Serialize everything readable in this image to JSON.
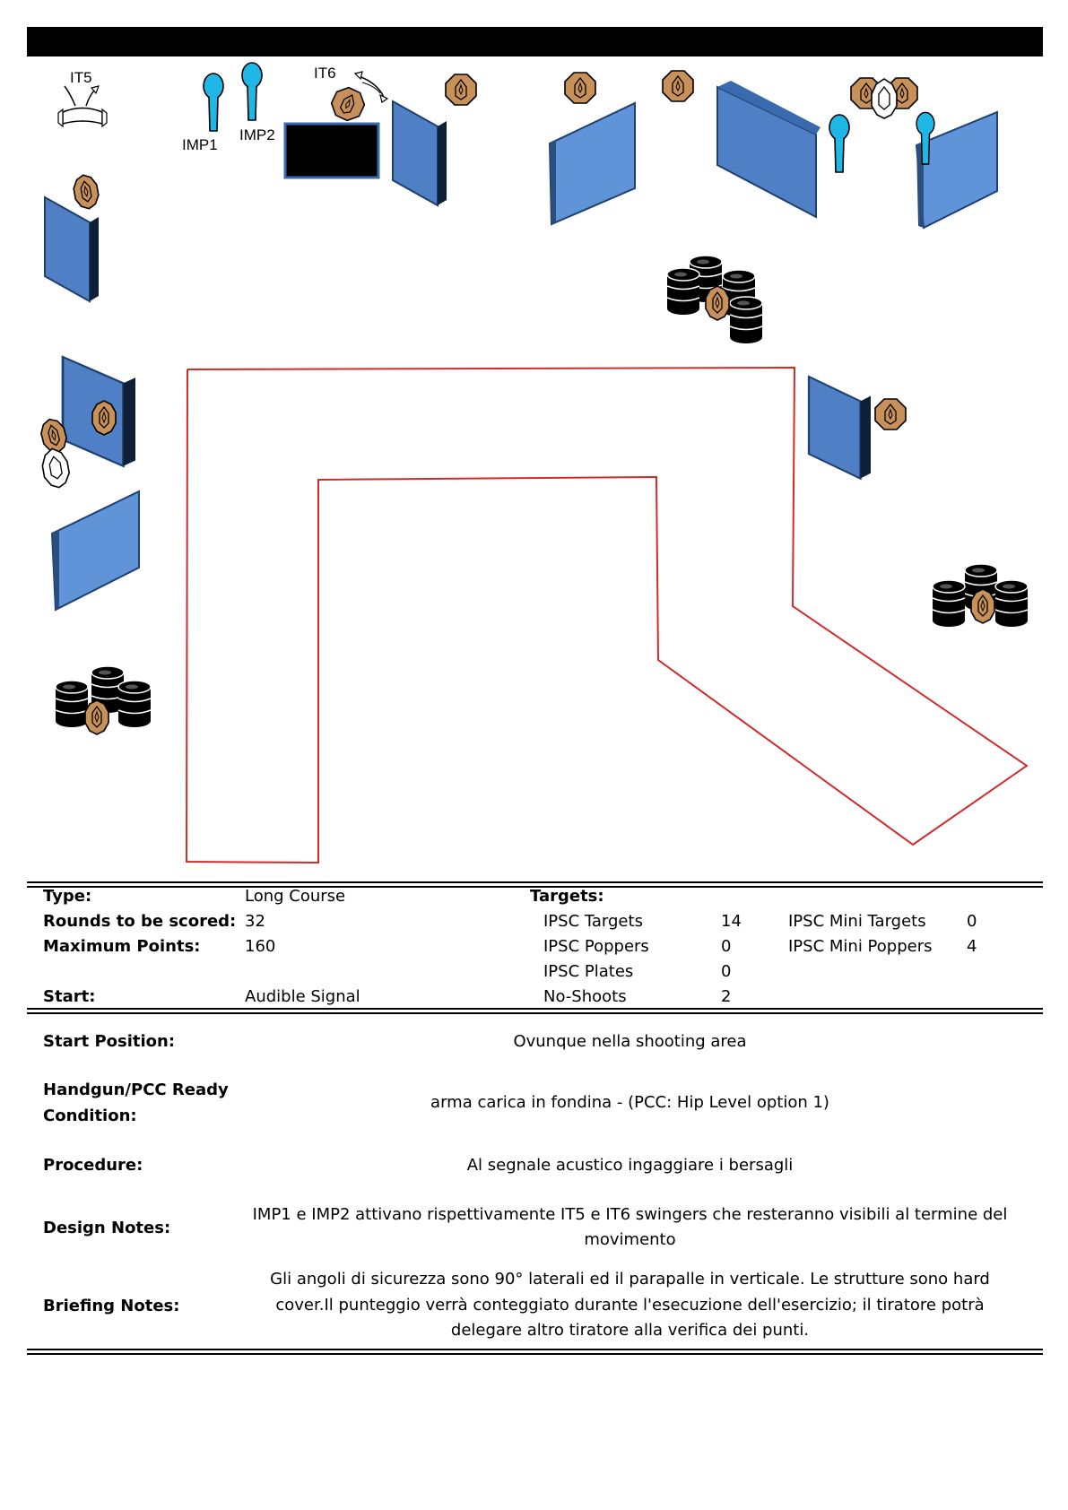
{
  "stage_labels": {
    "it5": "IT5",
    "it6": "IT6",
    "imp1": "IMP1",
    "imp2": "IMP2"
  },
  "colors": {
    "wall_blue": "#4f7fc4",
    "target_tan": "#c8915a",
    "popper_cyan": "#1fb8e6",
    "fault_line_red": "#d12b2b"
  },
  "summary": {
    "type_label": "Type:",
    "type_value": "Long Course",
    "rounds_label": "Rounds to be scored:",
    "rounds_value": "32",
    "maxpoints_label": "Maximum Points:",
    "maxpoints_value": "160",
    "start_label": "Start:",
    "start_value": "Audible Signal",
    "targets_label": "Targets:",
    "ipsc_targets_label": "IPSC Targets",
    "ipsc_targets_value": "14",
    "ipsc_poppers_label": "IPSC Poppers",
    "ipsc_poppers_value": "0",
    "ipsc_plates_label": "IPSC Plates",
    "ipsc_plates_value": "0",
    "noshoots_label": "No-Shoots",
    "noshoots_value": "2",
    "mini_targets_label": "IPSC Mini Targets",
    "mini_targets_value": "0",
    "mini_poppers_label": "IPSC Mini Poppers",
    "mini_poppers_value": "4"
  },
  "details": {
    "start_position_label": "Start Position:",
    "start_position_value": "Ovunque nella shooting area",
    "ready_label_1": "Handgun/PCC Ready",
    "ready_label_2": "Condition:",
    "ready_value": "arma carica in fondina - (PCC: Hip Level option 1)",
    "procedure_label": "Procedure:",
    "procedure_value": "Al segnale acustico ingaggiare i bersagli",
    "design_label": "Design Notes:",
    "design_value_1": "IMP1 e IMP2 attivano rispettivamente IT5 e IT6 swingers che resteranno visibili al termine del",
    "design_value_2": "movimento",
    "briefing_label": "Briefing Notes:",
    "briefing_value_1": "Gli angoli di sicurezza sono 90° laterali ed il parapalle in verticale. Le strutture sono hard",
    "briefing_value_2": "cover.Il punteggio verrà conteggiato durante l'esecuzione dell'esercizio; il tiratore potrà",
    "briefing_value_3": "delegare altro tiratore alla verifica  dei punti."
  }
}
